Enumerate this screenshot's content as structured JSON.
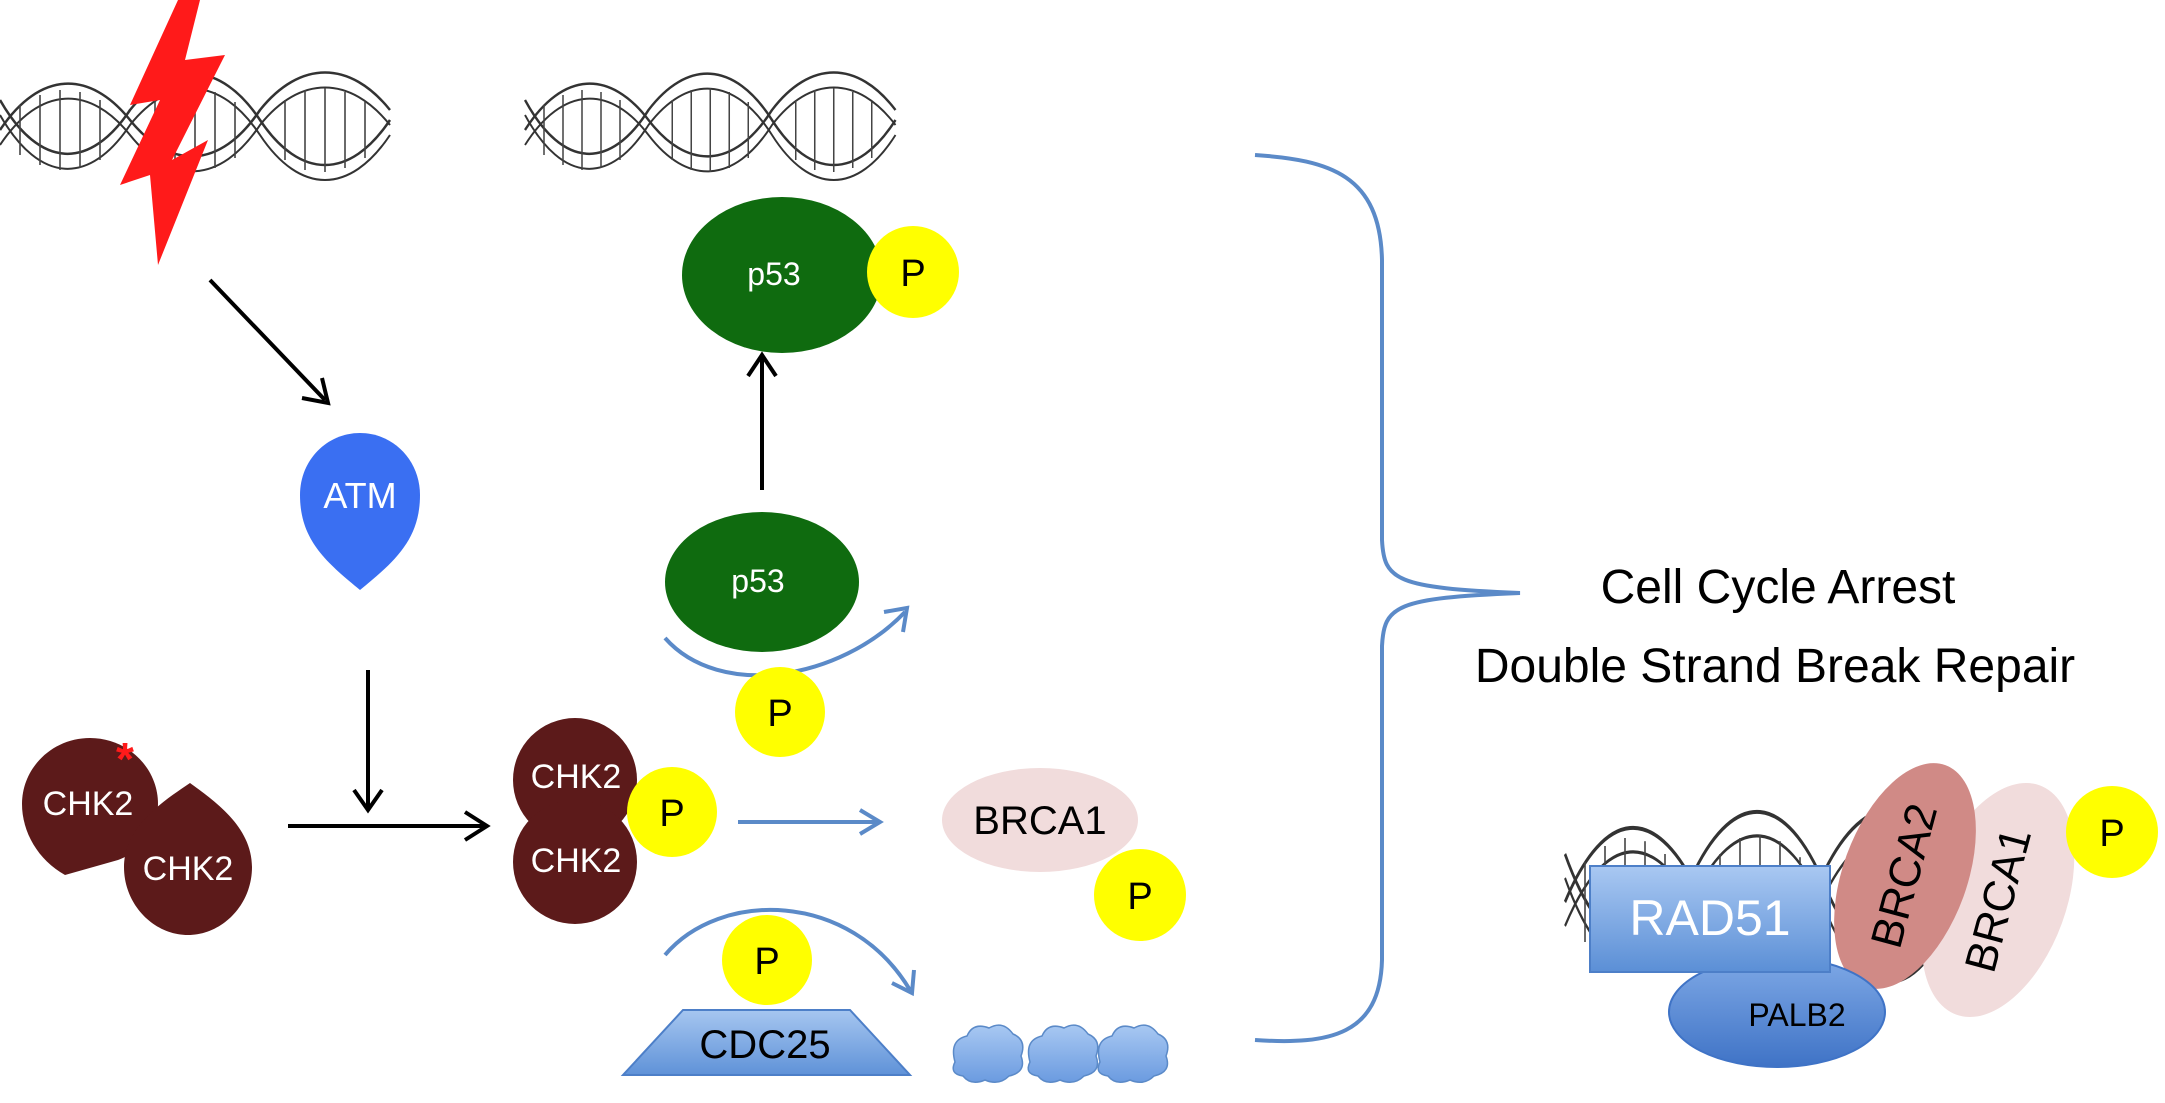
{
  "labels": {
    "atm": "ATM",
    "chk2": "CHK2",
    "p53": "p53",
    "p": "P",
    "brca1": "BRCA1",
    "brca2": "BRCA2",
    "cdc25": "CDC25",
    "rad51": "RAD51",
    "palb2": "PALB2",
    "asterisk": "*"
  },
  "outcome": {
    "line1": "Cell Cycle Arrest",
    "line2": "Double Strand Break Repair"
  },
  "colors": {
    "chk2": "#5c1a1a",
    "atm": "#3a6ff2",
    "p53": "#0f6b0f",
    "phosphate": "#ffff00",
    "brca1": "#f1dcdc",
    "brca2": "#d08a86",
    "blue_arrow": "#5b8ac8",
    "lightning": "#ff1a1a"
  }
}
